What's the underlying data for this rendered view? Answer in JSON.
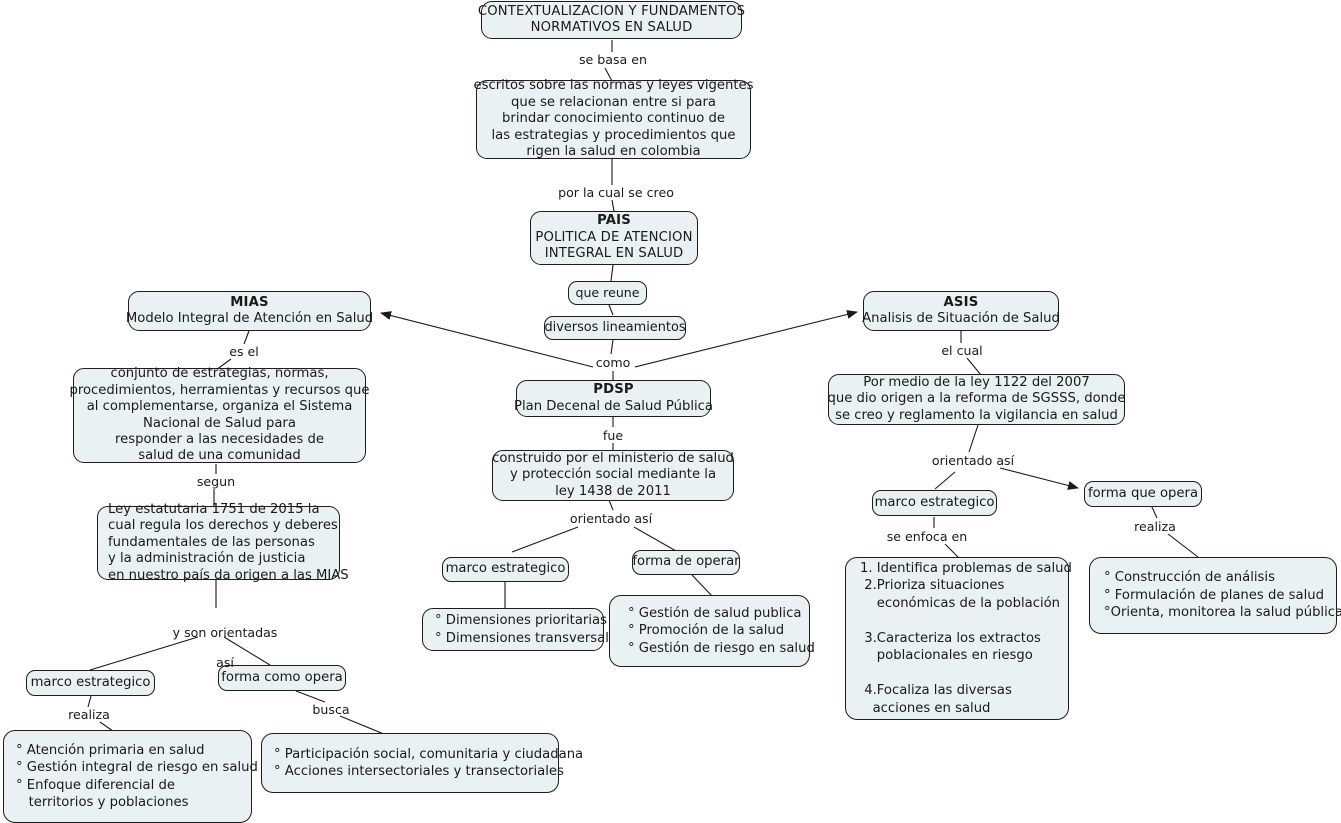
{
  "diagram": {
    "title": "Mapa conceptual - Contextualizacion y fundamentos normativos en salud",
    "theme": {
      "node_fill": "#e9f1f3",
      "node_border": "#1d1d1d",
      "edge_color": "#1a1a1a",
      "text_color": "#1a1a1a",
      "background": "#ffffff"
    }
  },
  "nodes": {
    "root": {
      "line1": "CONTEXTUALIZACION Y FUNDAMENTOS",
      "line2": "NORMATIVOS EN SALUD"
    },
    "escritos": {
      "line1": "escritos sobre las normas y leyes vigentes",
      "line2": "que se relacionan entre si para",
      "line3": "brindar conocimiento continuo de",
      "line4": "las estrategias y procedimientos que",
      "line5": "rigen la salud en colombia"
    },
    "pais": {
      "title": "PAIS",
      "line1": "POLITICA DE ATENCION",
      "line2": "INTEGRAL EN SALUD"
    },
    "diversos_lineamientos": {
      "label": "diversos lineamientos"
    },
    "mias": {
      "title": "MIAS",
      "subtitle": "Modelo Integral de Atención en Salud"
    },
    "mias_conjunto": {
      "line1": "conjunto de estrategias, normas,",
      "line2": "procedimientos, herramientas y recursos que",
      "line3": "al complementarse, organiza el Sistema",
      "line4": "Nacional de Salud para",
      "line5": "responder a las necesidades de",
      "line6": "salud de una comunidad"
    },
    "ley_1751": {
      "line1": "Ley estatutaria 1751 de 2015 la",
      "line2": "cual regula los derechos y deberes",
      "line3": "fundamentales de las personas",
      "line4": "y la administración de justicia",
      "line5": "en nuestro país da origen a las MIAS"
    },
    "mias_marco": {
      "label": "marco estrategico"
    },
    "mias_forma": {
      "label": "forma como opera"
    },
    "mias_marco_items": {
      "item1": "° Atención primaria en salud",
      "item2": "° Gestión integral de riesgo en salud",
      "item3": "° Enfoque diferencial de",
      "item4": "   territorios y poblaciones"
    },
    "mias_forma_items": {
      "item1": "° Participación social, comunitaria y ciudadana",
      "item2": "° Acciones intersectoriales y transectoriales"
    },
    "pdsp": {
      "title": "PDSP",
      "subtitle": "Plan Decenal de Salud Pública"
    },
    "pdsp_construido": {
      "line1": "construido por el ministerio de salud",
      "line2": "y protección social mediante la",
      "line3": "ley 1438 de 2011"
    },
    "pdsp_marco": {
      "label": "marco estrategico"
    },
    "pdsp_forma": {
      "label": "forma de operar"
    },
    "pdsp_marco_items": {
      "item1": "° Dimensiones prioritarias",
      "item2": "° Dimensiones transversale"
    },
    "pdsp_forma_items": {
      "item1": "° Gestión de salud publica",
      "item2": "° Promoción de la salud",
      "item3": "° Gestión de riesgo en salud"
    },
    "asis": {
      "title": "ASIS",
      "subtitle": "Analisis de Situación de Salud"
    },
    "asis_ley": {
      "line1": "Por medio de la ley 1122 del 2007",
      "line2": "que dio origen a la reforma de SGSSS, donde",
      "line3": "se creo y reglamento la vigilancia en salud"
    },
    "asis_marco": {
      "label": "marco estrategico"
    },
    "asis_forma": {
      "label": "forma que opera"
    },
    "asis_marco_items": {
      "item1": "1. Identifica problemas de salud",
      "item2": " 2.Prioriza situaciones",
      "item3": "    económicas de la población",
      "item4": " ",
      "item5": " 3.Caracteriza los extractos",
      "item6": "    poblacionales en riesgo",
      "item7": " ",
      "item8": " 4.Focaliza las diversas",
      "item9": "   acciones en salud"
    },
    "asis_forma_items": {
      "item1": "° Construcción de análisis",
      "item2": "° Formulación de planes de salud",
      "item3": "°Orienta, monitorea la salud pública"
    }
  },
  "edge_labels": {
    "se_basa_en": "se basa en",
    "por_la_cual_se_creo": "por la cual se creo",
    "que_reune": "que reune",
    "como": "como",
    "es_el": "es el",
    "segun": "segun",
    "y_son_orientadas": "y son orientadas",
    "asi": "así",
    "realiza_mias": "realiza",
    "busca": "busca",
    "fue": "fue",
    "orientado_asi_pdsp": "orientado así",
    "el_cual": "el cual",
    "orientado_asi_asis": "orientado así",
    "se_enfoca_en": "se enfoca en",
    "realiza_asis": "realiza"
  }
}
